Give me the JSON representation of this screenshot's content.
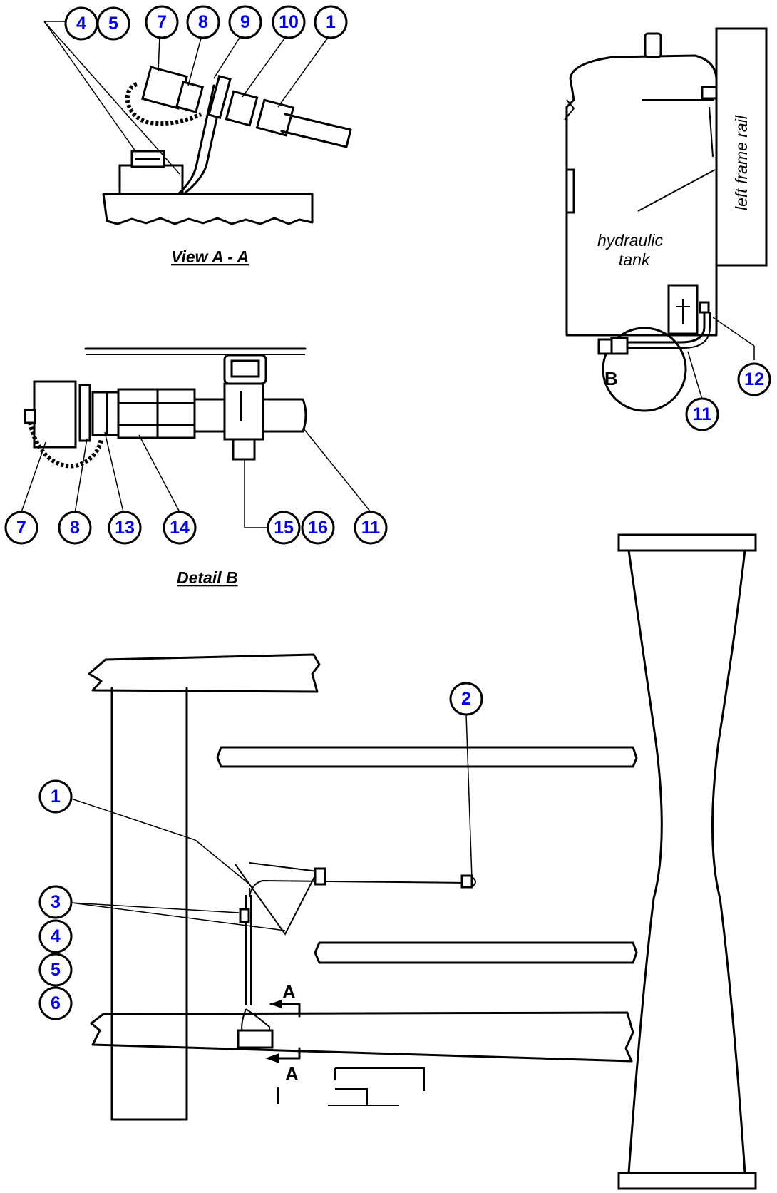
{
  "captions": {
    "view_aa": "View A - A",
    "detail_b": "Detail B"
  },
  "labels": {
    "tank_line1": "hydraulic",
    "tank_line2": "tank",
    "frame_rail": "left frame rail"
  },
  "markers": {
    "detail_b": "B",
    "section_top": "A",
    "section_bottom": "A"
  },
  "callouts": {
    "aa_4": "4",
    "aa_5": "5",
    "aa_7": "7",
    "aa_8": "8",
    "aa_9": "9",
    "aa_10": "10",
    "aa_1": "1",
    "db_7": "7",
    "db_8": "8",
    "db_13": "13",
    "db_14": "14",
    "db_15": "15",
    "db_16": "16",
    "db_11": "11",
    "tk_11": "11",
    "tk_12": "12",
    "m_2": "2",
    "m_1": "1",
    "m_3": "3",
    "m_4": "4",
    "m_5": "5",
    "m_6": "6"
  },
  "colors": {
    "callout_text": "#0000ee",
    "line": "#000000",
    "background": "#ffffff"
  }
}
